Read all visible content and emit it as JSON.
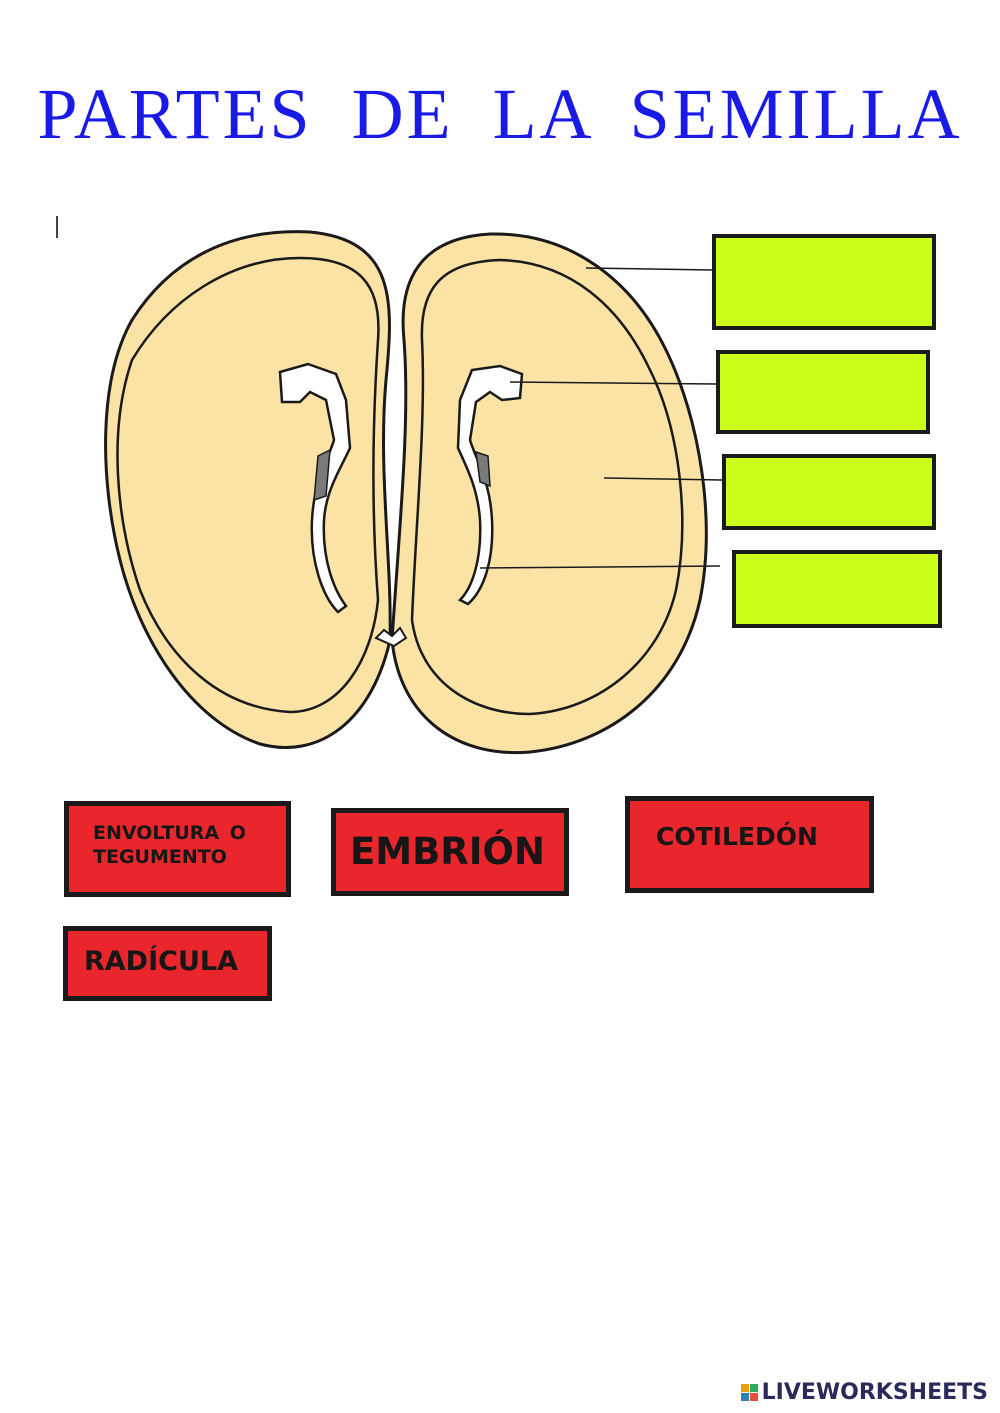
{
  "worksheet": {
    "title": "PARTES  DE  LA  SEMILLA"
  },
  "colors": {
    "title": "#1a1ae6",
    "seed_fill": "#fbe3a6",
    "drop_box_fill": "#ccff1a",
    "label_fill": "#e8262b",
    "embryo_fill": "#ffffff"
  },
  "diagram": {
    "subject": "bean seed cross-section",
    "drop_targets": [
      {
        "id": "target-1",
        "value": ""
      },
      {
        "id": "target-2",
        "value": ""
      },
      {
        "id": "target-3",
        "value": ""
      },
      {
        "id": "target-4",
        "value": ""
      }
    ]
  },
  "labels": [
    {
      "id": "envoltura",
      "text": "ENVOLTURA  O TEGUMENTO"
    },
    {
      "id": "embrion",
      "text": "EMBRIÓN"
    },
    {
      "id": "cotiledon",
      "text": "COTILEDÓN"
    },
    {
      "id": "radicula",
      "text": "RADÍCULA"
    }
  ],
  "footer": {
    "brand": "LIVEWORKSHEETS",
    "icon": "liveworksheets-logo-icon"
  }
}
